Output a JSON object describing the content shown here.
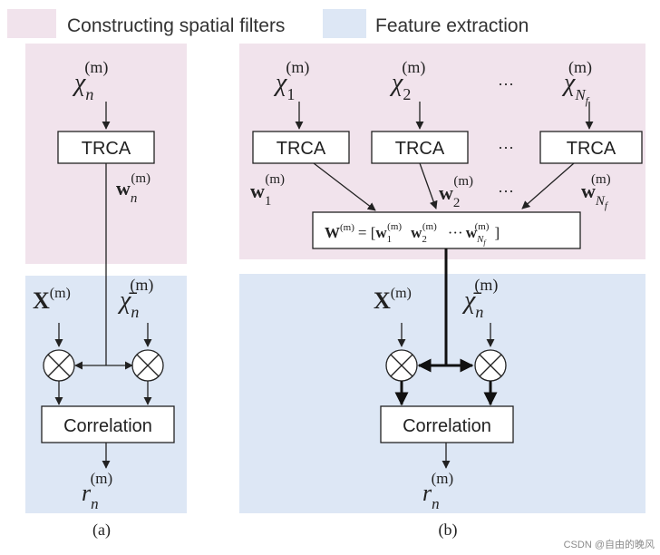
{
  "legend": {
    "items": [
      {
        "label": "Constructing spatial filters",
        "color": "#f1e3ec"
      },
      {
        "label": "Feature extraction",
        "color": "#dde7f5"
      }
    ]
  },
  "panel_a": {
    "caption": "(a)",
    "input_top": {
      "base": "χ",
      "sub": "n",
      "sup": "(m)"
    },
    "trca_label": "TRCA",
    "weight": {
      "base": "w",
      "sub": "n",
      "sup": "(m)"
    },
    "input_x": {
      "base": "X",
      "sup": "(m)"
    },
    "input_template": {
      "base": "χ̄",
      "sub": "n",
      "sup": "(m)"
    },
    "correlation_label": "Correlation",
    "output": {
      "base": "r",
      "sub": "n",
      "sup": "(m)"
    }
  },
  "panel_b": {
    "caption": "(b)",
    "inputs": [
      {
        "base": "χ",
        "sub": "1",
        "sup": "(m)"
      },
      {
        "base": "χ",
        "sub": "2",
        "sup": "(m)"
      },
      {
        "base": "χ",
        "sub": "N",
        "subsub": "f",
        "sup": "(m)"
      }
    ],
    "ellipsis": "···",
    "trca_label": "TRCA",
    "weights": [
      {
        "base": "w",
        "sub": "1",
        "sup": "(m)"
      },
      {
        "base": "w",
        "sub": "2",
        "sup": "(m)"
      },
      {
        "base": "w",
        "sub": "N",
        "subsub": "f",
        "sup": "(m)"
      }
    ],
    "matrix": {
      "lhs": "W",
      "sup": "(m)",
      "eq": "= [",
      "w1": {
        "base": "w",
        "sub": "1",
        "sup": "(m)"
      },
      "w2": {
        "base": "w",
        "sub": "2",
        "sup": "(m)"
      },
      "dots": "···",
      "wn": {
        "base": "w",
        "sub": "N",
        "subsub": "f",
        "sup": "(m)"
      },
      "close": "]"
    },
    "input_x": {
      "base": "X",
      "sup": "(m)"
    },
    "input_template": {
      "base": "χ̄",
      "sub": "n",
      "sup": "(m)"
    },
    "correlation_label": "Correlation",
    "output": {
      "base": "r",
      "sub": "n",
      "sup": "(m)"
    }
  },
  "watermark": "CSDN @自由的晚风",
  "colors": {
    "pink": "#f1e3ec",
    "blue": "#dde7f5",
    "line": "#222222"
  }
}
